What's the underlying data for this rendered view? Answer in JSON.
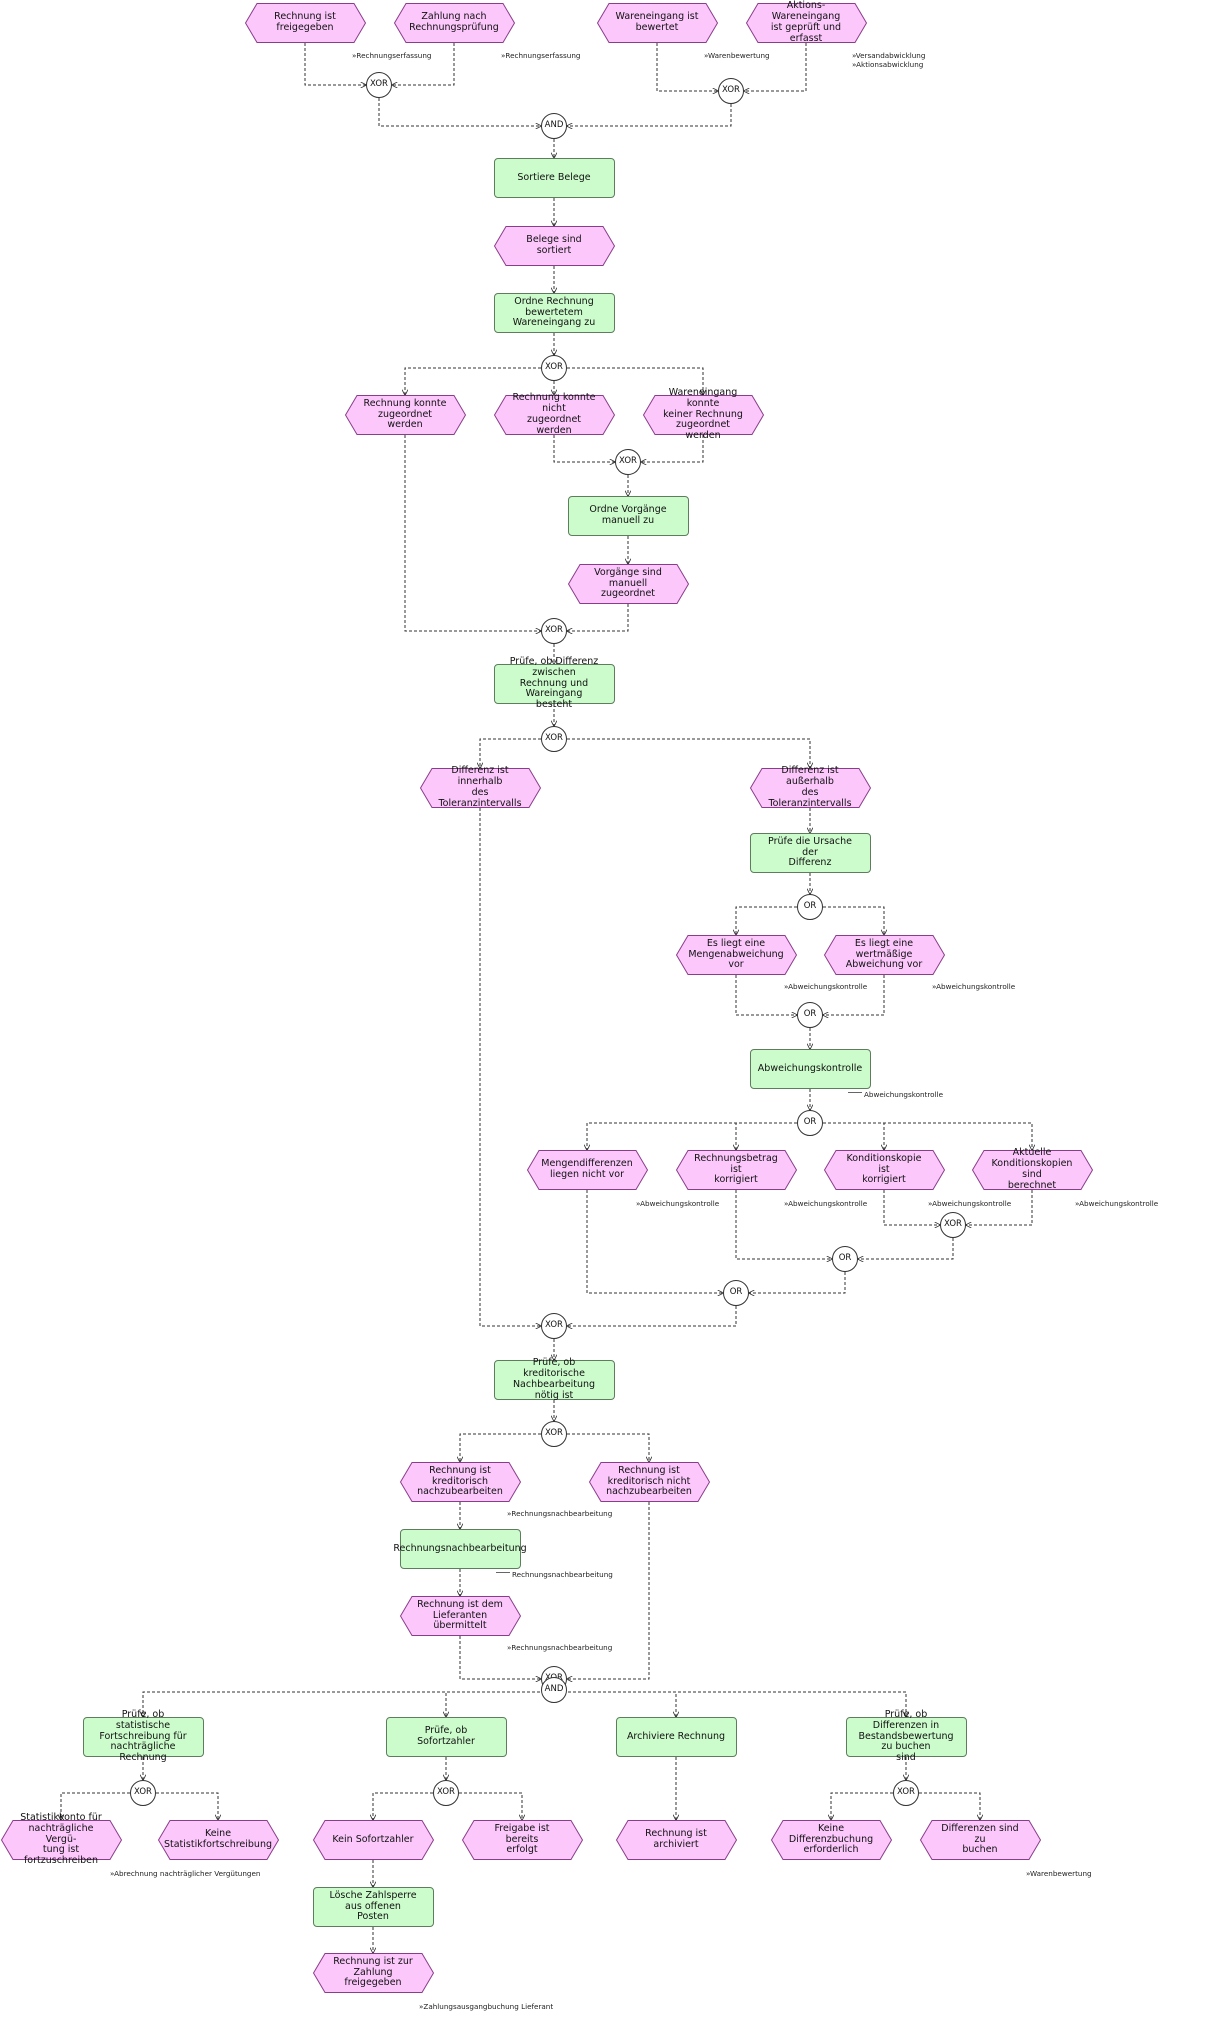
{
  "colors": {
    "function_fill": "#ccfccc",
    "function_border": "#5d7d5d",
    "event_fill": "#fcc8fc",
    "event_border": "#8a3d8a",
    "edge": "#333333"
  },
  "nodes": [
    {
      "id": "e1",
      "kind": "event",
      "text": "Rechnung ist\nfreigegeben"
    },
    {
      "id": "e2",
      "kind": "event",
      "text": "Zahlung nach\nRechnungsprüfung"
    },
    {
      "id": "e3",
      "kind": "event",
      "text": "Wareneingang ist\nbewertet"
    },
    {
      "id": "e4",
      "kind": "event",
      "text": "Aktions-Wareneingang\nist geprüft und erfasst"
    },
    {
      "id": "g1",
      "kind": "gateway",
      "text": "XOR"
    },
    {
      "id": "g2",
      "kind": "gateway",
      "text": "XOR"
    },
    {
      "id": "g3",
      "kind": "gateway",
      "text": "AND"
    },
    {
      "id": "f1",
      "kind": "function",
      "text": "Sortiere Belege"
    },
    {
      "id": "e5",
      "kind": "event",
      "text": "Belege sind sortiert"
    },
    {
      "id": "f2",
      "kind": "function",
      "text": "Ordne Rechnung bewertetem\nWareneingang zu"
    },
    {
      "id": "g4",
      "kind": "gateway",
      "text": "XOR"
    },
    {
      "id": "e6",
      "kind": "event",
      "text": "Rechnung konnte\nzugeordnet werden"
    },
    {
      "id": "e7",
      "kind": "event",
      "text": "Rechnung konnte nicht\nzugeordnet werden"
    },
    {
      "id": "e8",
      "kind": "event",
      "text": "Wareneingang konnte\nkeiner Rechnung\nzugeordnet werden"
    },
    {
      "id": "g5",
      "kind": "gateway",
      "text": "XOR"
    },
    {
      "id": "f3",
      "kind": "function",
      "text": "Ordne Vorgänge manuell zu"
    },
    {
      "id": "e9",
      "kind": "event",
      "text": "Vorgänge sind manuell\nzugeordnet"
    },
    {
      "id": "g6",
      "kind": "gateway",
      "text": "XOR"
    },
    {
      "id": "f4",
      "kind": "function",
      "text": "Prüfe, ob Differenz zwischen\nRechnung und Wareingang\nbesteht"
    },
    {
      "id": "g7",
      "kind": "gateway",
      "text": "XOR"
    },
    {
      "id": "e10",
      "kind": "event",
      "text": "Differenz ist innerhalb\ndes Toleranzintervalls"
    },
    {
      "id": "e11",
      "kind": "event",
      "text": "Differenz ist außerhalb\ndes Toleranzintervalls"
    },
    {
      "id": "f5",
      "kind": "function",
      "text": "Prüfe die Ursache der\nDifferenz"
    },
    {
      "id": "g8",
      "kind": "gateway",
      "text": "OR"
    },
    {
      "id": "e12",
      "kind": "event",
      "text": "Es liegt eine\nMengenabweichung vor"
    },
    {
      "id": "e13",
      "kind": "event",
      "text": "Es liegt eine\nwertmäßige\nAbweichung vor"
    },
    {
      "id": "g9",
      "kind": "gateway",
      "text": "OR"
    },
    {
      "id": "f6",
      "kind": "function",
      "text": "Abweichungskontrolle"
    },
    {
      "id": "g10",
      "kind": "gateway",
      "text": "OR"
    },
    {
      "id": "e14",
      "kind": "event",
      "text": "Mengendifferenzen\nliegen nicht vor"
    },
    {
      "id": "e15",
      "kind": "event",
      "text": "Rechnungsbetrag ist\nkorrigiert"
    },
    {
      "id": "e16",
      "kind": "event",
      "text": "Konditionskopie ist\nkorrigiert"
    },
    {
      "id": "e17",
      "kind": "event",
      "text": "Aktuelle\nKonditionskopien sind\nberechnet"
    },
    {
      "id": "g11",
      "kind": "gateway",
      "text": "XOR"
    },
    {
      "id": "g12",
      "kind": "gateway",
      "text": "OR"
    },
    {
      "id": "g13",
      "kind": "gateway",
      "text": "OR"
    },
    {
      "id": "g14",
      "kind": "gateway",
      "text": "XOR"
    },
    {
      "id": "f7",
      "kind": "function",
      "text": "Prüfe, ob kreditorische\nNachbearbeitung nötig ist"
    },
    {
      "id": "g15",
      "kind": "gateway",
      "text": "XOR"
    },
    {
      "id": "e18",
      "kind": "event",
      "text": "Rechnung ist\nkreditorisch\nnachzubearbeiten"
    },
    {
      "id": "e19",
      "kind": "event",
      "text": "Rechnung ist\nkreditorisch nicht\nnachzubearbeiten"
    },
    {
      "id": "f8",
      "kind": "function",
      "text": "Rechnungsnachbearbeitung"
    },
    {
      "id": "e20",
      "kind": "event",
      "text": "Rechnung ist dem\nLieferanten übermittelt"
    },
    {
      "id": "g16",
      "kind": "gateway",
      "text": "XOR"
    },
    {
      "id": "g17",
      "kind": "gateway",
      "text": "AND"
    },
    {
      "id": "f9",
      "kind": "function",
      "text": "Prüfe, ob statistische\nFortschreibung für\nnachträgliche Rechnung"
    },
    {
      "id": "f10",
      "kind": "function",
      "text": "Prüfe, ob Sofortzahler"
    },
    {
      "id": "f11",
      "kind": "function",
      "text": "Archiviere Rechnung"
    },
    {
      "id": "f12",
      "kind": "function",
      "text": "Prüfe, ob Differenzen in\nBestandsbewertung zu buchen\nsind"
    },
    {
      "id": "g18",
      "kind": "gateway",
      "text": "XOR"
    },
    {
      "id": "g19",
      "kind": "gateway",
      "text": "XOR"
    },
    {
      "id": "g20",
      "kind": "gateway",
      "text": "XOR"
    },
    {
      "id": "e21",
      "kind": "event",
      "text": "Statistikkonto für\nnachträgliche Vergü-\ntung ist fortzuschreiben"
    },
    {
      "id": "e22",
      "kind": "event",
      "text": "Keine\nStatistikfortschreibung"
    },
    {
      "id": "e23",
      "kind": "event",
      "text": "Kein Sofortzahler"
    },
    {
      "id": "e24",
      "kind": "event",
      "text": "Freigabe ist bereits\nerfolgt"
    },
    {
      "id": "e25",
      "kind": "event",
      "text": "Rechnung ist archiviert"
    },
    {
      "id": "e26",
      "kind": "event",
      "text": "Keine Differenzbuchung\nerforderlich"
    },
    {
      "id": "e27",
      "kind": "event",
      "text": "Differenzen sind zu\nbuchen"
    },
    {
      "id": "f13",
      "kind": "function",
      "text": "Lösche Zahlsperre aus offenen\nPosten"
    },
    {
      "id": "e28",
      "kind": "event",
      "text": "Rechnung ist zur\nZahlung freigegeben"
    }
  ],
  "refs": [
    {
      "id": "r1",
      "text": "»Rechnungserfassung"
    },
    {
      "id": "r2",
      "text": "»Rechnungserfassung"
    },
    {
      "id": "r3",
      "text": "»Warenbewertung"
    },
    {
      "id": "r4",
      "text": "»Versandabwicklung\n»Aktionsabwicklung"
    },
    {
      "id": "r5",
      "text": "»Abweichungskontrolle"
    },
    {
      "id": "r6",
      "text": "»Abweichungskontrolle"
    },
    {
      "id": "r7",
      "text": "Abweichungskontrolle",
      "icon": true
    },
    {
      "id": "r8",
      "text": "»Abweichungskontrolle"
    },
    {
      "id": "r9",
      "text": "»Abweichungskontrolle"
    },
    {
      "id": "r10",
      "text": "»Abweichungskontrolle"
    },
    {
      "id": "r11",
      "text": "»Abweichungskontrolle"
    },
    {
      "id": "r12",
      "text": "»Rechnungsnachbearbeitung"
    },
    {
      "id": "r13",
      "text": "Rechnungsnachbearbeitung",
      "icon": true
    },
    {
      "id": "r14",
      "text": "»Rechnungsnachbearbeitung"
    },
    {
      "id": "r15",
      "text": "»Abrechnung nachträglicher Vergütungen"
    },
    {
      "id": "r16",
      "text": "»Warenbewertung"
    },
    {
      "id": "r17",
      "text": "»Zahlungsausgangbuchung Lieferant"
    }
  ]
}
